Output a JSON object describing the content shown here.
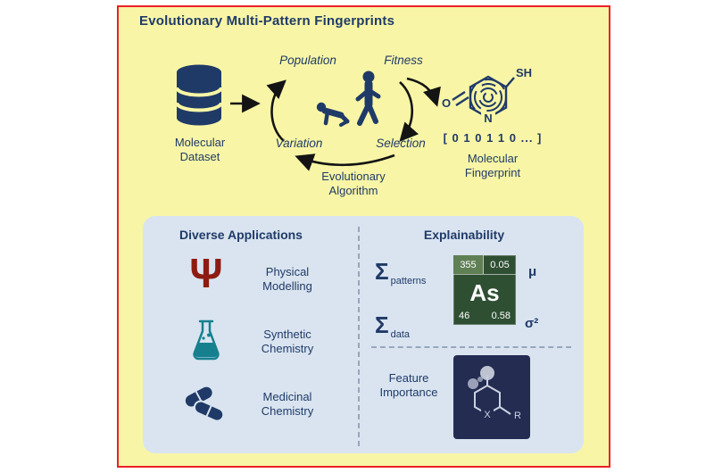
{
  "title": "Evolutionary Multi-Pattern Fingerprints",
  "pipeline": {
    "dataset_label": "Molecular\nDataset",
    "population": "Population",
    "fitness": "Fitness",
    "variation": "Variation",
    "selection": "Selection",
    "algorithm_label": "Evolutionary\nAlgorithm",
    "molecule": {
      "sh": "SH",
      "o": "O",
      "n": "N"
    },
    "binary_vector": "[ 0 1 0 1 1 0 ... ]",
    "fingerprint_label": "Molecular\nFingerprint"
  },
  "applications": {
    "heading": "Diverse Applications",
    "psi_glyph": "Ψ",
    "items": [
      {
        "icon": "psi-icon",
        "label": "Physical\nModelling"
      },
      {
        "icon": "flask-icon",
        "label": "Synthetic\nChemistry"
      },
      {
        "icon": "pills-icon",
        "label": "Medicinal\nChemistry"
      }
    ]
  },
  "explainability": {
    "heading": "Explainability",
    "sigma_patterns": {
      "symbol": "Σ",
      "subscript": "patterns"
    },
    "sigma_data": {
      "symbol": "Σ",
      "subscript": "data"
    },
    "mu": "μ",
    "sigma_squared": "σ²",
    "element_tile": {
      "top_left": "355",
      "top_right": "0.05",
      "symbol": "As",
      "bottom_left": "46",
      "bottom_right": "0.58"
    },
    "feature_importance_label": "Feature\nImportance",
    "structure": {
      "x": "X",
      "r": "R"
    }
  },
  "colors": {
    "navy": "#203A68",
    "yellow_bg": "#F8F6A6",
    "red_border": "#EB2026",
    "panel_blue": "#D9E4F0",
    "psi_red": "#8E1B12",
    "flask_teal": "#17808F",
    "tile_green_dark": "#2F4F33",
    "tile_green_light": "#5F7F55",
    "structure_navy": "#242C52"
  }
}
